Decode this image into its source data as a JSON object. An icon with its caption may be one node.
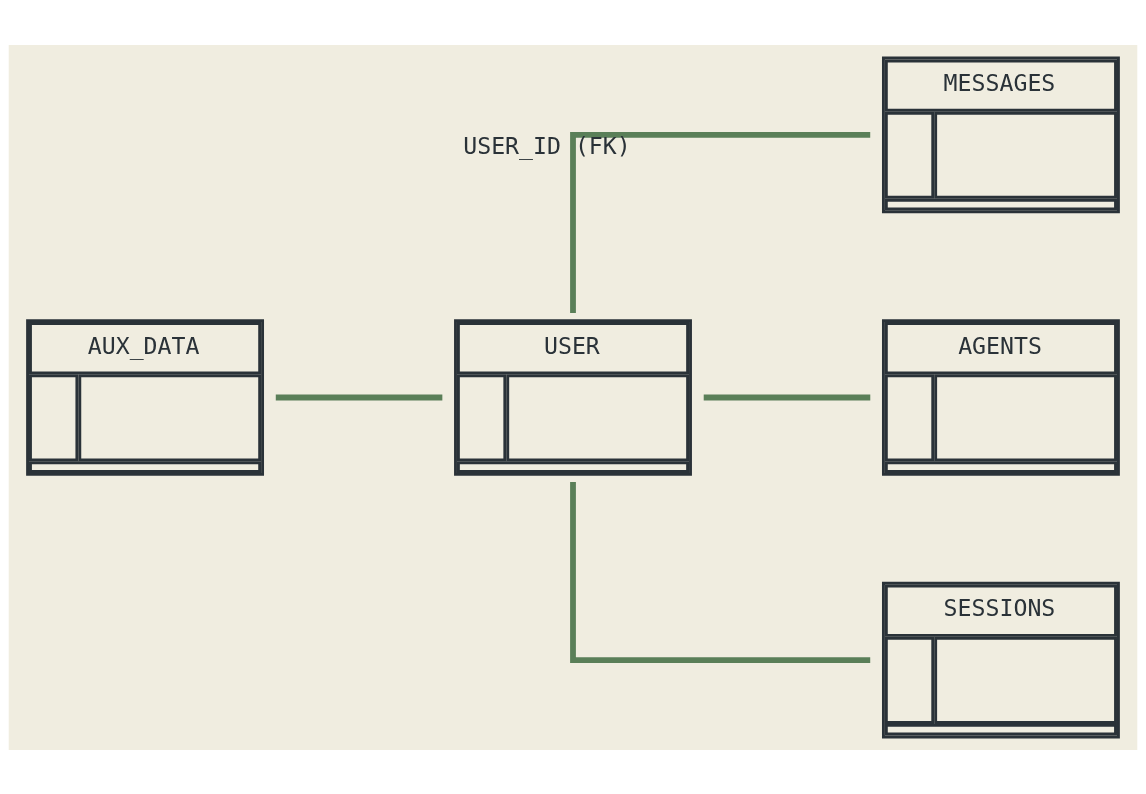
{
  "diagram": {
    "nodes": [
      {
        "text": [
          "AUX_DATA"
        ]
      },
      {
        "text": [
          "USER"
        ]
      },
      {
        "text": [
          "MESSAGES"
        ]
      },
      {
        "text": [
          "AGENTS"
        ]
      },
      {
        "text": [
          "SESSIONS"
        ]
      }
    ],
    "edges": [
      {
        "from": 0,
        "to": 1,
        "arrow": "none"
      },
      {
        "from": 1,
        "to": 2,
        "arrow": "none",
        "label": "USER_ID (FK)"
      },
      {
        "from": 1,
        "to": 3,
        "arrow": "none"
      },
      {
        "from": 1,
        "to": 4,
        "arrow": "none"
      }
    ]
  }
}
